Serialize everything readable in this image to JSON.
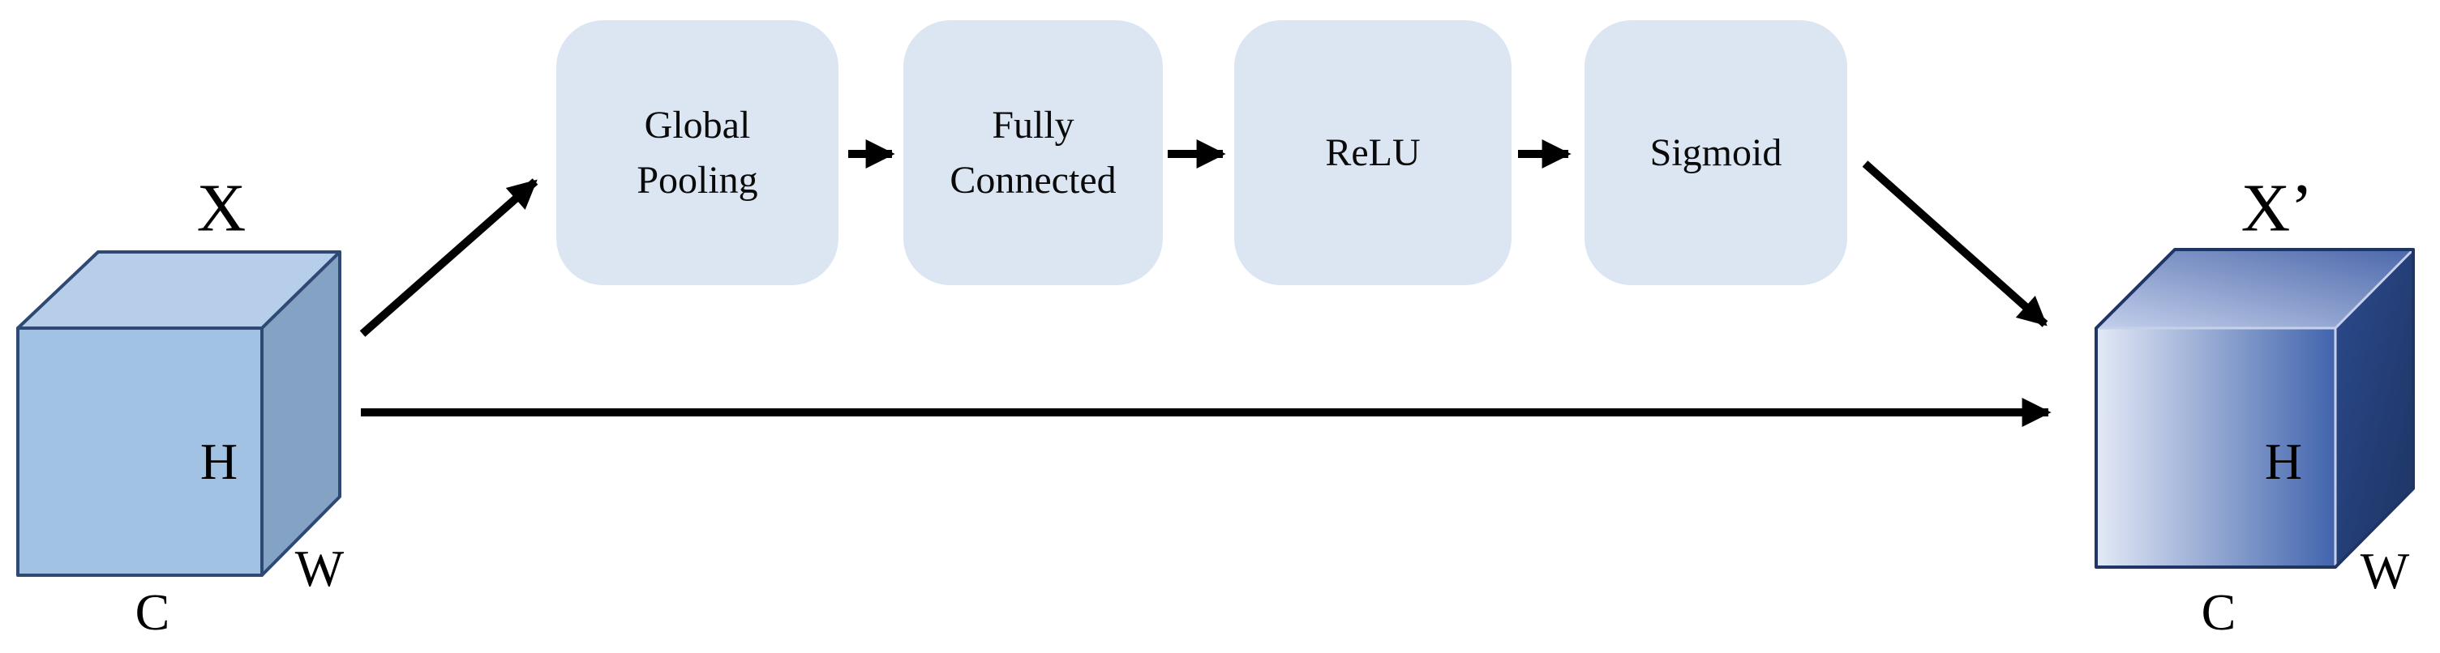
{
  "diagram": {
    "kind": "channel-attention-block",
    "background_color": "#ffffff"
  },
  "input_tensor": {
    "name": "X",
    "height": "H",
    "width": "W",
    "channels": "C"
  },
  "output_tensor": {
    "name": "X’",
    "height": "H",
    "width": "W",
    "channels": "C"
  },
  "blocks": [
    {
      "label": "Global Pooling"
    },
    {
      "label": "Fully Connected"
    },
    {
      "label": "ReLU"
    },
    {
      "label": "Sigmoid"
    }
  ],
  "connections": [
    {
      "from": "X",
      "to": "Global Pooling"
    },
    {
      "from": "Global Pooling",
      "to": "Fully Connected"
    },
    {
      "from": "Fully Connected",
      "to": "ReLU"
    },
    {
      "from": "ReLU",
      "to": "Sigmoid"
    },
    {
      "from": "Sigmoid",
      "to": "X’"
    },
    {
      "from": "X",
      "to": "X’"
    }
  ],
  "colors": {
    "block_fill": "#dce6f3",
    "text": "#0a0a0a",
    "arrow": "#000000",
    "input_cube": {
      "top": "#b6cee9",
      "front": "#a2c2e3",
      "side": "#84a2c4",
      "stroke": "#2e4a74"
    },
    "output_cube": {
      "front_gradient": [
        "#e3e9f6",
        "#4164ad"
      ],
      "top_gradient": [
        "#c3cfeb",
        "#4c68ab"
      ],
      "side_gradient": [
        "#2c4a8c",
        "#1d3463"
      ],
      "stroke": "#1e3566",
      "seam": "#c6d1e9"
    }
  }
}
